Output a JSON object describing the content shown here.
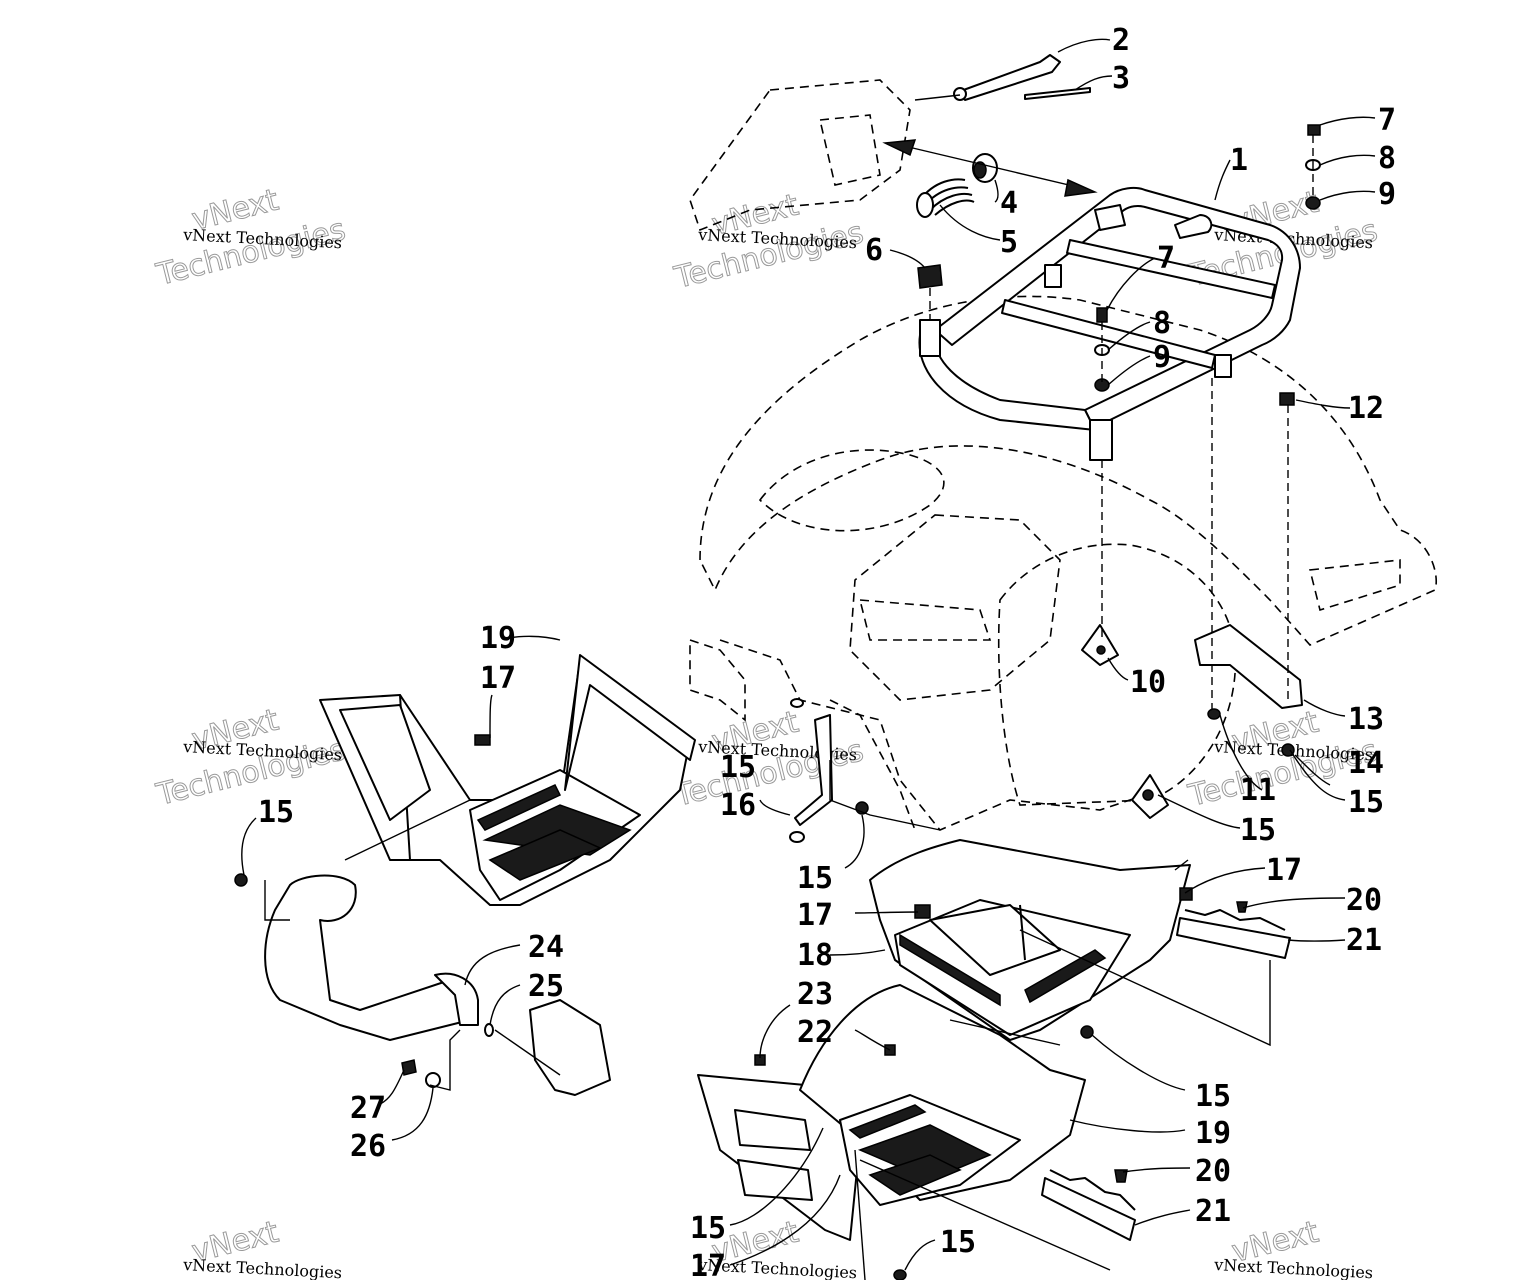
{
  "watermark": {
    "text": "vNext Technologies",
    "line1": "vNext",
    "line2": "Technologies"
  },
  "callouts": {
    "c1": "1",
    "c2": "2",
    "c3": "3",
    "c4": "4",
    "c5": "5",
    "c6": "6",
    "c7": "7",
    "c8": "8",
    "c9": "9",
    "c10": "10",
    "c11": "11",
    "c12": "12",
    "c13": "13",
    "c14": "14",
    "c15": "15",
    "c16": "16",
    "c17": "17",
    "c18": "18",
    "c19": "19",
    "c20": "20",
    "c21": "21",
    "c22": "22",
    "c23": "23",
    "c24": "24",
    "c25": "25",
    "c26": "26",
    "c27": "27"
  }
}
